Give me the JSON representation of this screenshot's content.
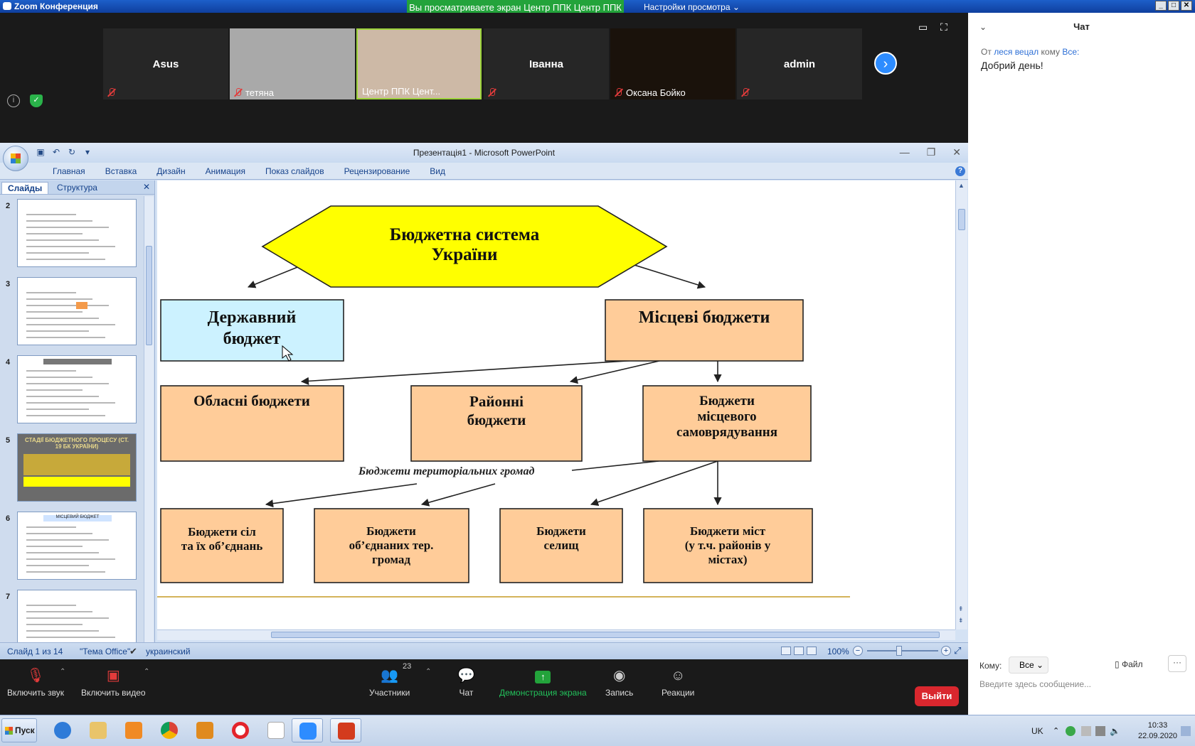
{
  "zoom": {
    "window_title": "Zoom Конференция",
    "share_banner": "Вы просматриваете экран Центр ППК Центр ППК",
    "view_settings": "Настройки просмотра",
    "participants_strip": [
      {
        "name": "Asus",
        "label": "",
        "video": false
      },
      {
        "name": "",
        "label": "тетяна",
        "video": true,
        "color": "#a9a9a9"
      },
      {
        "name": "",
        "label": "Центр ППК Цент...",
        "video": true,
        "color": "#cdb9a6"
      },
      {
        "name": "Іванна",
        "label": "",
        "video": false
      },
      {
        "name": "",
        "label": "Оксана Бойко",
        "video": true,
        "color": "#1a120b"
      },
      {
        "name": "admin",
        "label": "",
        "video": false
      }
    ],
    "toolbar": {
      "mute": "Включить звук",
      "video": "Включить видео",
      "participants": "Участники",
      "participants_count": "23",
      "chat": "Чат",
      "share": "Демонстрация экрана",
      "record": "Запись",
      "reactions": "Реакции",
      "leave": "Выйти"
    }
  },
  "chat": {
    "title": "Чат",
    "message": {
      "prefix": "От",
      "from": "леся вецал",
      "middle": "кому",
      "to": "Все:",
      "text": "Добрий день!"
    },
    "to_label": "Кому:",
    "to_value": "Все",
    "file_label": "Файл",
    "more_label": "···",
    "input_placeholder": "Введите здесь сообщение..."
  },
  "ppt": {
    "title": "Презентація1 - Microsoft PowerPoint",
    "tabs": [
      "Главная",
      "Вставка",
      "Дизайн",
      "Анимация",
      "Показ слайдов",
      "Рецензирование",
      "Вид"
    ],
    "pane_tab_slides": "Слайды",
    "pane_tab_outline": "Структура",
    "slide_numbers": [
      "2",
      "3",
      "4",
      "5",
      "6",
      "7"
    ],
    "thumb_5_text": "СТАДІЇ БЮДЖЕТНОГО ПРОЦЕСУ (СТ. 19 БК УКРАЇНИ)",
    "thumb_6_text": "МІСЦЕВИЙ БЮДЖЕТ",
    "status_slide": "Слайд 1 из 14",
    "status_theme": "\"Тема Office\"",
    "status_lang": "украинский",
    "zoom_level": "100%"
  },
  "slide": {
    "title": [
      "Бюджетна система",
      "України"
    ],
    "state_budget": [
      "Державний",
      "бюджет"
    ],
    "local_budgets": "Місцеві бюджети",
    "regional": "Обласні бюджети",
    "district": [
      "Районні",
      "бюджети"
    ],
    "self_gov": [
      "Бюджети",
      "місцевого",
      "самоврядування"
    ],
    "territorial_label": "Бюджети територіальних громад",
    "villages": [
      "Бюджети сіл",
      "та їх об’єднань"
    ],
    "united": [
      "Бюджети",
      "об’єднаних тер.",
      "громад"
    ],
    "settlements": [
      "Бюджети",
      "селищ"
    ],
    "cities": [
      "Бюджети міст",
      "(у т.ч. районів у",
      "містах)"
    ],
    "colors": {
      "hexagon": "#ffff00",
      "state": "#ccf2ff",
      "box": "#ffcc99",
      "line": "#d4b35a"
    }
  },
  "taskbar": {
    "start": "Пуск",
    "lang": "UK",
    "time": "10:33",
    "date": "22.09.2020"
  }
}
